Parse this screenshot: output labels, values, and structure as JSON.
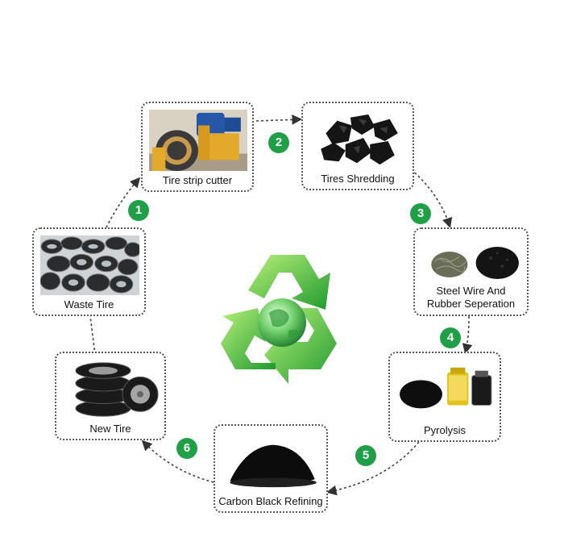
{
  "steps": [
    {
      "num": "1",
      "label": "Tire strip cutter"
    },
    {
      "num": "2",
      "label": "Tires Shredding"
    },
    {
      "num": "3",
      "label": "Steel Wire And",
      "label2": "Rubber  Seperation"
    },
    {
      "num": "4",
      "label": "Pyrolysis"
    },
    {
      "num": "5",
      "label": "Carbon Black Refining"
    },
    {
      "num": "6",
      "label": "New Tire"
    }
  ],
  "start": {
    "label": "Waste Tire"
  },
  "center": {
    "icon": "recycle-icon"
  },
  "colors": {
    "badge": "#20a046",
    "arrow": "#444444",
    "recycle_light": "#8ee05a",
    "recycle_dark": "#1f9a2e"
  }
}
